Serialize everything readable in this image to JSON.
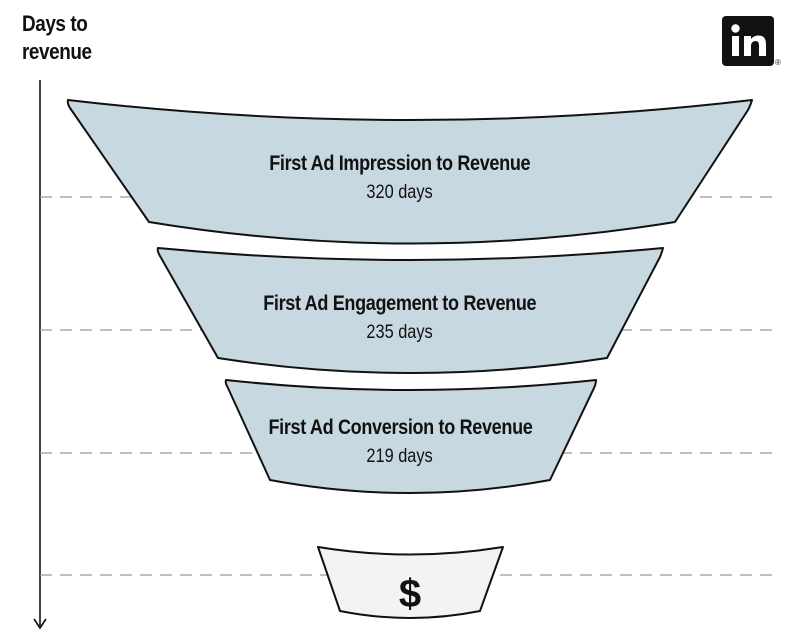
{
  "axis": {
    "line1": "Days to",
    "line2": "revenue"
  },
  "logo": {
    "name": "linkedin-logo",
    "registered": "®"
  },
  "stages": [
    {
      "title": "First Ad Impression to Revenue",
      "value": "320 days"
    },
    {
      "title": "First Ad Engagement to Revenue",
      "value": "235 days"
    },
    {
      "title": "First Ad Conversion to Revenue",
      "value": "219 days"
    }
  ],
  "endpoint": {
    "label": "$"
  },
  "colors": {
    "funnel_fill": "#c8d8e0",
    "endpoint_fill": "#f3f3f3",
    "stroke": "#111111",
    "dash": "#9a9a9a"
  }
}
